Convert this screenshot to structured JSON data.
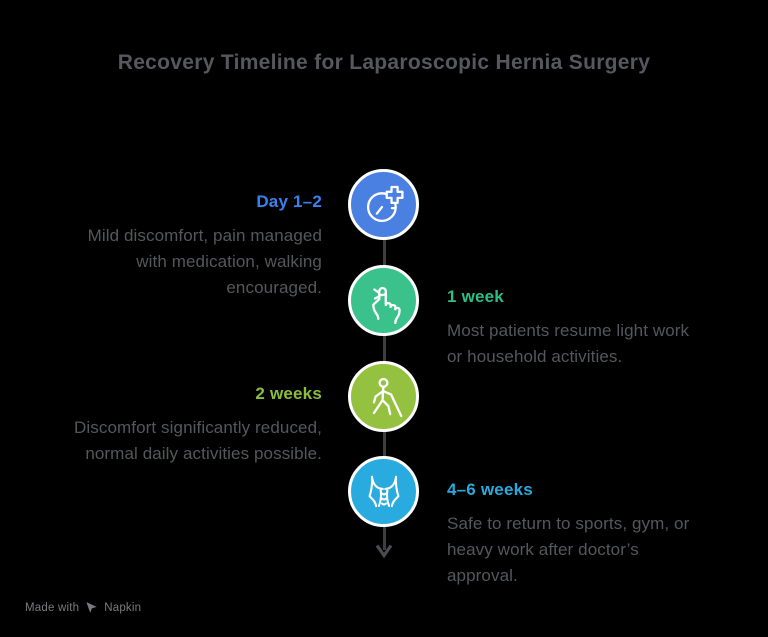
{
  "title": "Recovery Timeline for Laparoscopic Hernia Surgery",
  "milestones": [
    {
      "label": "Day 1–2",
      "side": "left",
      "label_color": "#3b80f0",
      "circle_color": "#4a80e2",
      "icon": "clock-plus-icon",
      "description_lines": [
        "Mild discomfort, pain managed",
        "with medication, walking",
        "encouraged."
      ]
    },
    {
      "label": "1 week",
      "side": "right",
      "label_color": "#2dbe84",
      "circle_color": "#3bc28c",
      "icon": "finger-reminder-icon",
      "description_lines": [
        "Most patients resume light work",
        "or household activities."
      ]
    },
    {
      "label": "2 weeks",
      "side": "left",
      "label_color": "#8cbd3c",
      "circle_color": "#94c140",
      "icon": "walking-person-icon",
      "description_lines": [
        "Discomfort significantly reduced,",
        "normal daily activities possible."
      ]
    },
    {
      "label": "4–6 weeks",
      "side": "right",
      "label_color": "#29a9dd",
      "circle_color": "#2aabdf",
      "icon": "torso-icon",
      "description_lines": [
        "Safe to return to sports, gym, or",
        "heavy work after doctor’s",
        "approval."
      ]
    }
  ],
  "footer": {
    "made_with_label": "Made with",
    "brand_name": "Napkin"
  },
  "colors": {
    "background": "#000000",
    "title_text": "#56585c",
    "body_text": "#55575a",
    "connector": "#3d3e41",
    "arrow": "#4a4c4f",
    "circle_ring": "#ffffff",
    "icon_stroke": "#ffffff",
    "footer_text": "#7a7b7e"
  }
}
